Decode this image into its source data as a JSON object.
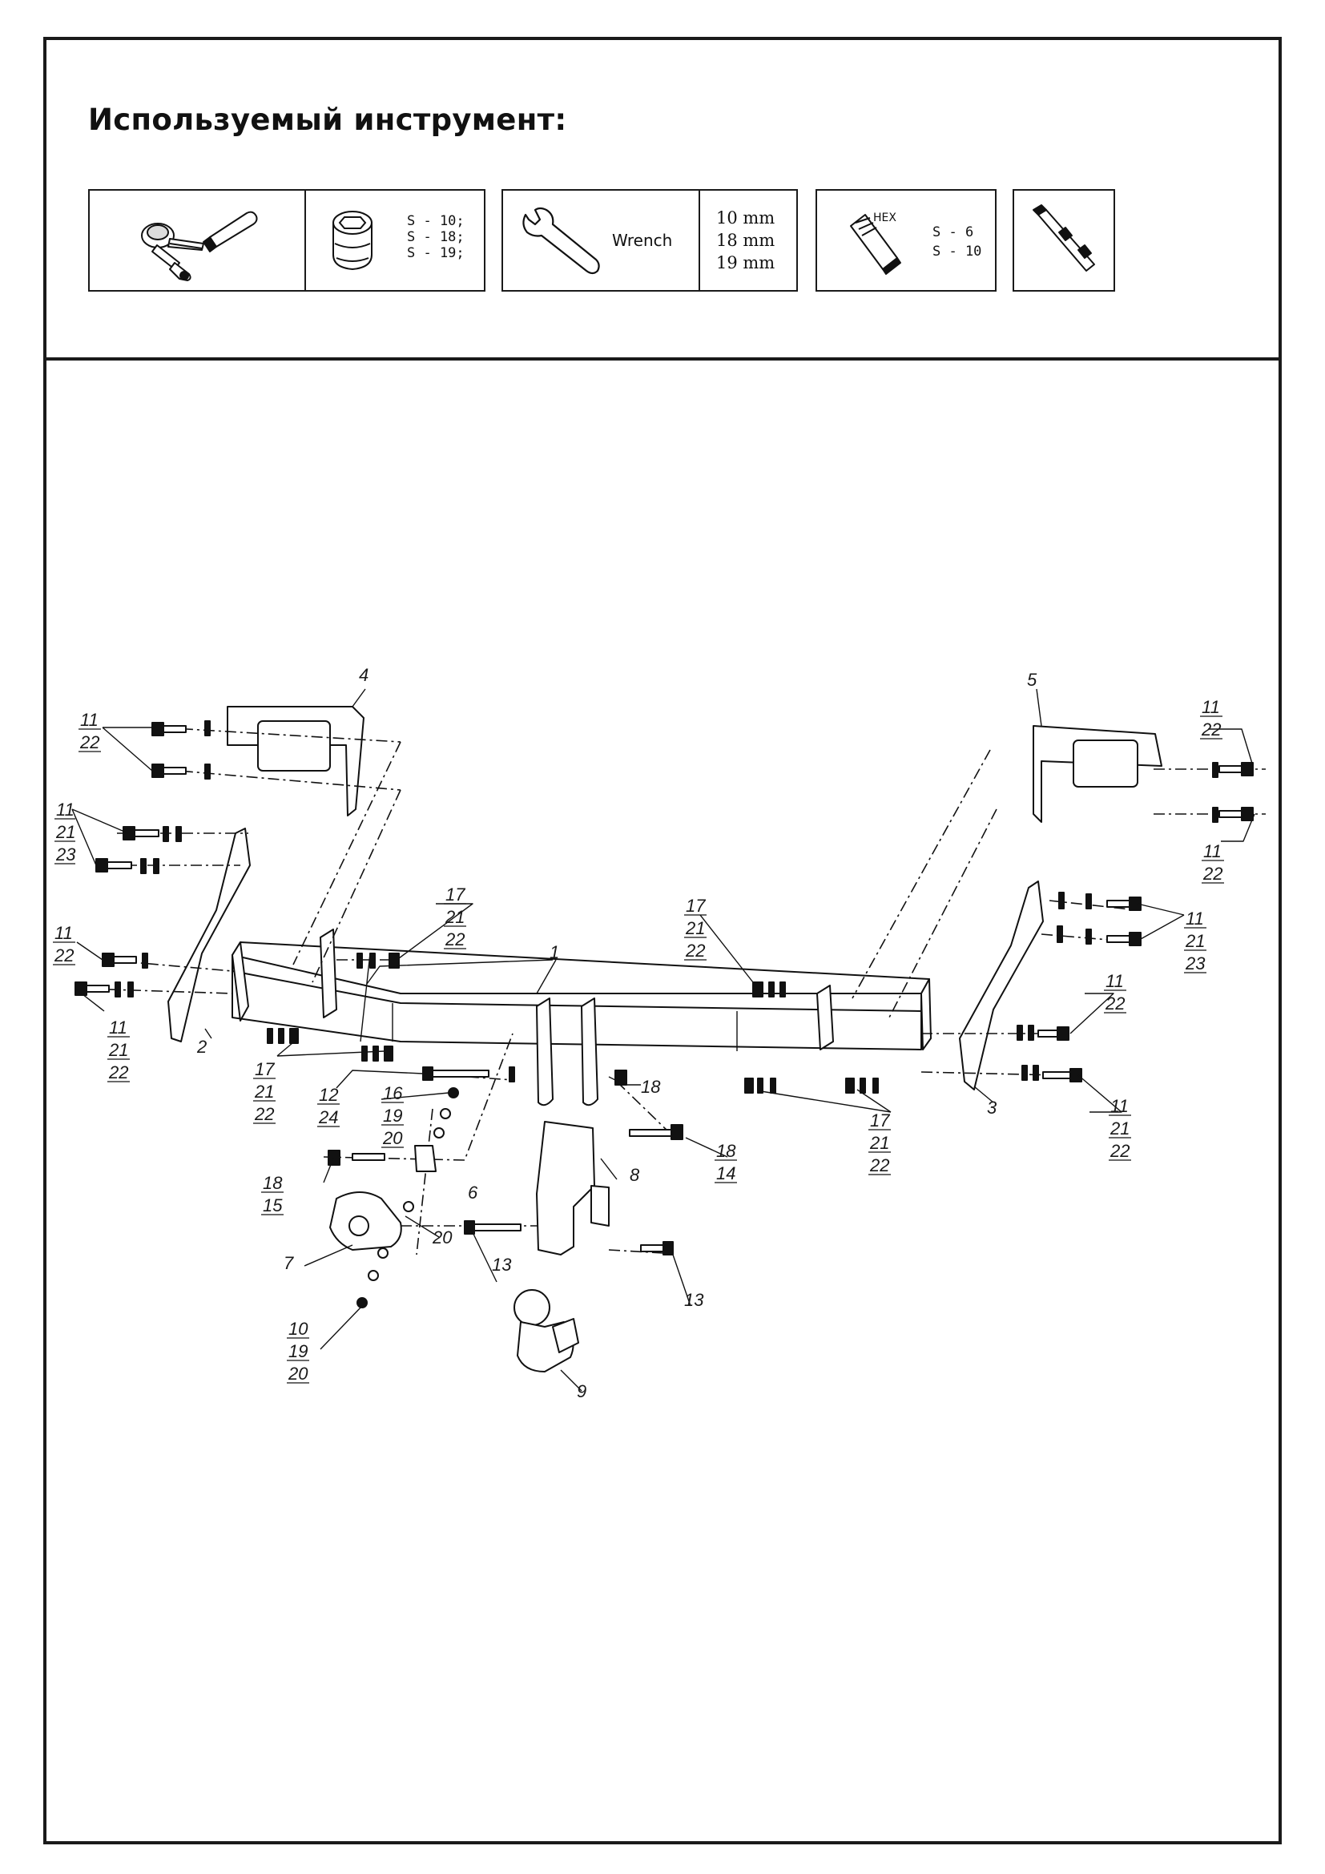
{
  "header": {
    "title": "Используемый инструмент:"
  },
  "tools": {
    "ratchet": {
      "icon": "ratchet-icon"
    },
    "socket": {
      "icon": "socket-icon",
      "sizes": [
        "S - 10;",
        "S - 18;",
        "S - 19;"
      ]
    },
    "wrench": {
      "icon": "wrench-icon",
      "label": "Wrench",
      "sizes": [
        "10 mm",
        "18 mm",
        "19 mm"
      ]
    },
    "hex": {
      "icon": "hex-bit-icon",
      "tag": "HEX",
      "sizes": [
        "S - 6",
        "S - 10"
      ]
    },
    "knife": {
      "icon": "utility-knife-icon"
    }
  },
  "callouts": {
    "p1": [
      "1"
    ],
    "p2": [
      "2"
    ],
    "p3": [
      "3"
    ],
    "p4": [
      "4"
    ],
    "p5": [
      "5"
    ],
    "p6": [
      "6"
    ],
    "p7": [
      "7"
    ],
    "p8": [
      "8"
    ],
    "p9": [
      "9"
    ],
    "c_11_22_tl": [
      "11",
      "22"
    ],
    "c_11_21_23_l": [
      "11",
      "21",
      "23"
    ],
    "c_11_22_ml": [
      "11",
      "22"
    ],
    "c_11_21_22_l": [
      "11",
      "21",
      "22"
    ],
    "c_17_21_22_lu": [
      "17",
      "21",
      "22"
    ],
    "c_17_21_22_ll": [
      "17",
      "21",
      "22"
    ],
    "c_17_21_22_mc": [
      "17",
      "21",
      "22"
    ],
    "c_17_21_22_rl": [
      "17",
      "21",
      "22"
    ],
    "c_11_22_tr": [
      "11",
      "22"
    ],
    "c_11_22_mr": [
      "11",
      "22"
    ],
    "c_11_21_23_r": [
      "11",
      "21",
      "23"
    ],
    "c_11_22_r2": [
      "11",
      "22"
    ],
    "c_11_21_22_r": [
      "11",
      "21",
      "22"
    ],
    "c_12_24": [
      "12",
      "24"
    ],
    "c_16_19_20": [
      "16",
      "19",
      "20"
    ],
    "c_18_15": [
      "18",
      "15"
    ],
    "c_18_a": [
      "18"
    ],
    "c_18_14": [
      "18",
      "14"
    ],
    "c_20": [
      "20"
    ],
    "c_13_a": [
      "13"
    ],
    "c_13_b": [
      "13"
    ],
    "c_10_19_20": [
      "10",
      "19",
      "20"
    ]
  }
}
